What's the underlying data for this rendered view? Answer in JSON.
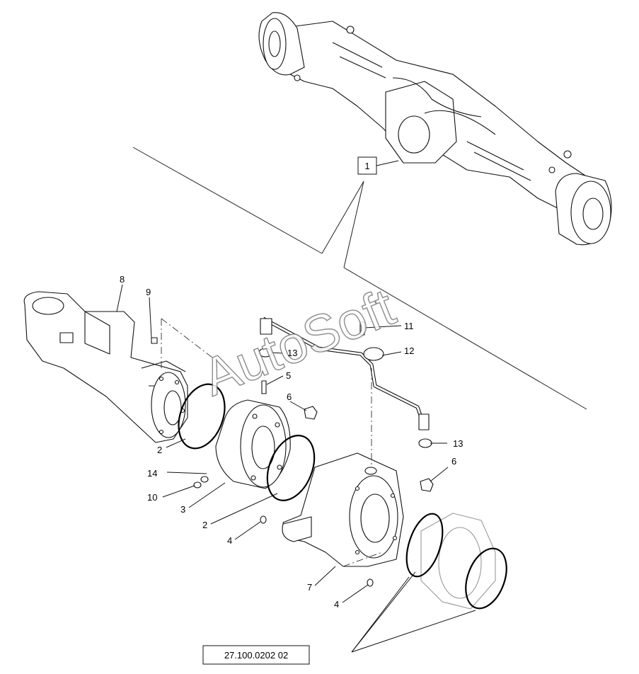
{
  "diagram": {
    "reference_number": "27.100.0202 02",
    "watermark": "AutoSoft",
    "assembly_callout": "1",
    "callouts": {
      "c2a": "2",
      "c2b": "2",
      "c3": "3",
      "c4a": "4",
      "c4b": "4",
      "c5": "5",
      "c6a": "6",
      "c6b": "6",
      "c7": "7",
      "c8": "8",
      "c9": "9",
      "c10": "10",
      "c11": "11",
      "c12": "12",
      "c13a": "13",
      "c13b": "13",
      "c14": "14"
    }
  }
}
